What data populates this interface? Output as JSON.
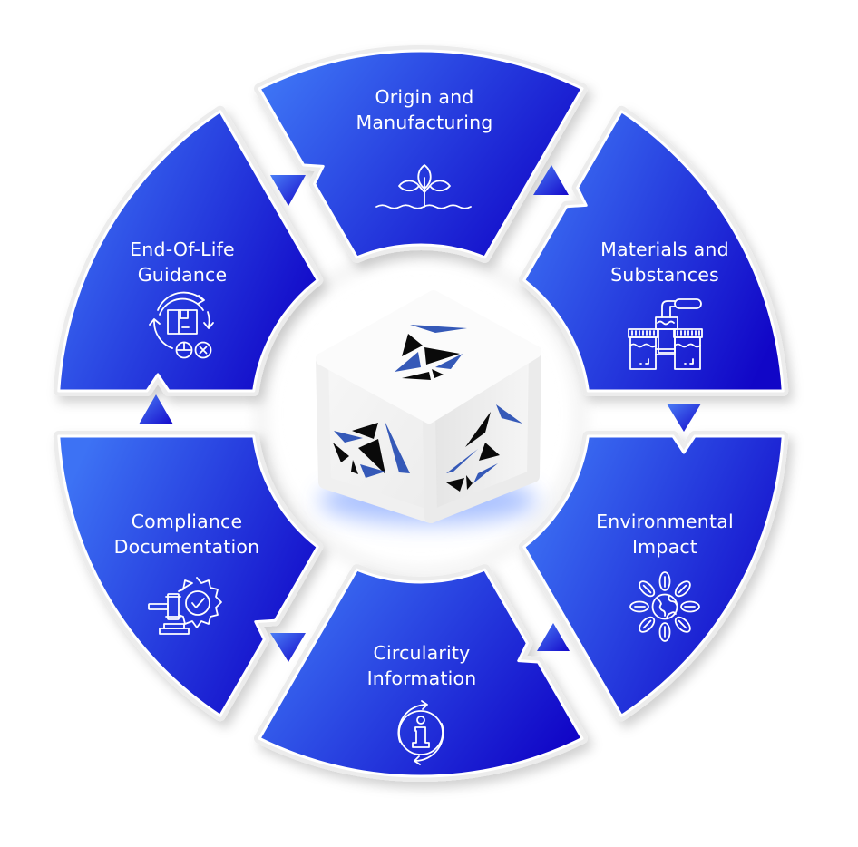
{
  "diagram": {
    "segments": [
      {
        "id": "origin",
        "line1": "Origin and",
        "line2": "Manufacturing",
        "icon": "plant-icon"
      },
      {
        "id": "materials",
        "line1": "Materials and",
        "line2": "Substances",
        "icon": "beakers-pipette-icon"
      },
      {
        "id": "environmental",
        "line1": "Environmental",
        "line2": "Impact",
        "icon": "globe-leaves-icon"
      },
      {
        "id": "circularity",
        "line1": "Circularity",
        "line2": "Information",
        "icon": "info-cycle-icon"
      },
      {
        "id": "compliance",
        "line1": "Compliance",
        "line2": "Documentation",
        "icon": "gavel-badge-icon"
      },
      {
        "id": "end_of_life",
        "line1": "End-Of-Life",
        "line2": "Guidance",
        "icon": "recycle-box-icon"
      }
    ],
    "arrows": [
      {
        "between": "end_of_life-origin",
        "direction": "down"
      },
      {
        "between": "origin-materials",
        "direction": "up"
      },
      {
        "between": "materials-environmental",
        "direction": "down"
      },
      {
        "between": "environmental-circularity",
        "direction": "up"
      },
      {
        "between": "circularity-compliance",
        "direction": "down"
      },
      {
        "between": "compliance-end_of_life",
        "direction": "up"
      }
    ],
    "center": {
      "icon": "logo-cube-icon"
    },
    "colors": {
      "gradient_start": "#3D72F4",
      "gradient_mid": "#2437DC",
      "gradient_end": "#1106C7",
      "border": "#ECECEC",
      "glow": "#9DB8FF",
      "logo_blue": "#3559B8",
      "logo_black": "#0A0A0A"
    }
  }
}
